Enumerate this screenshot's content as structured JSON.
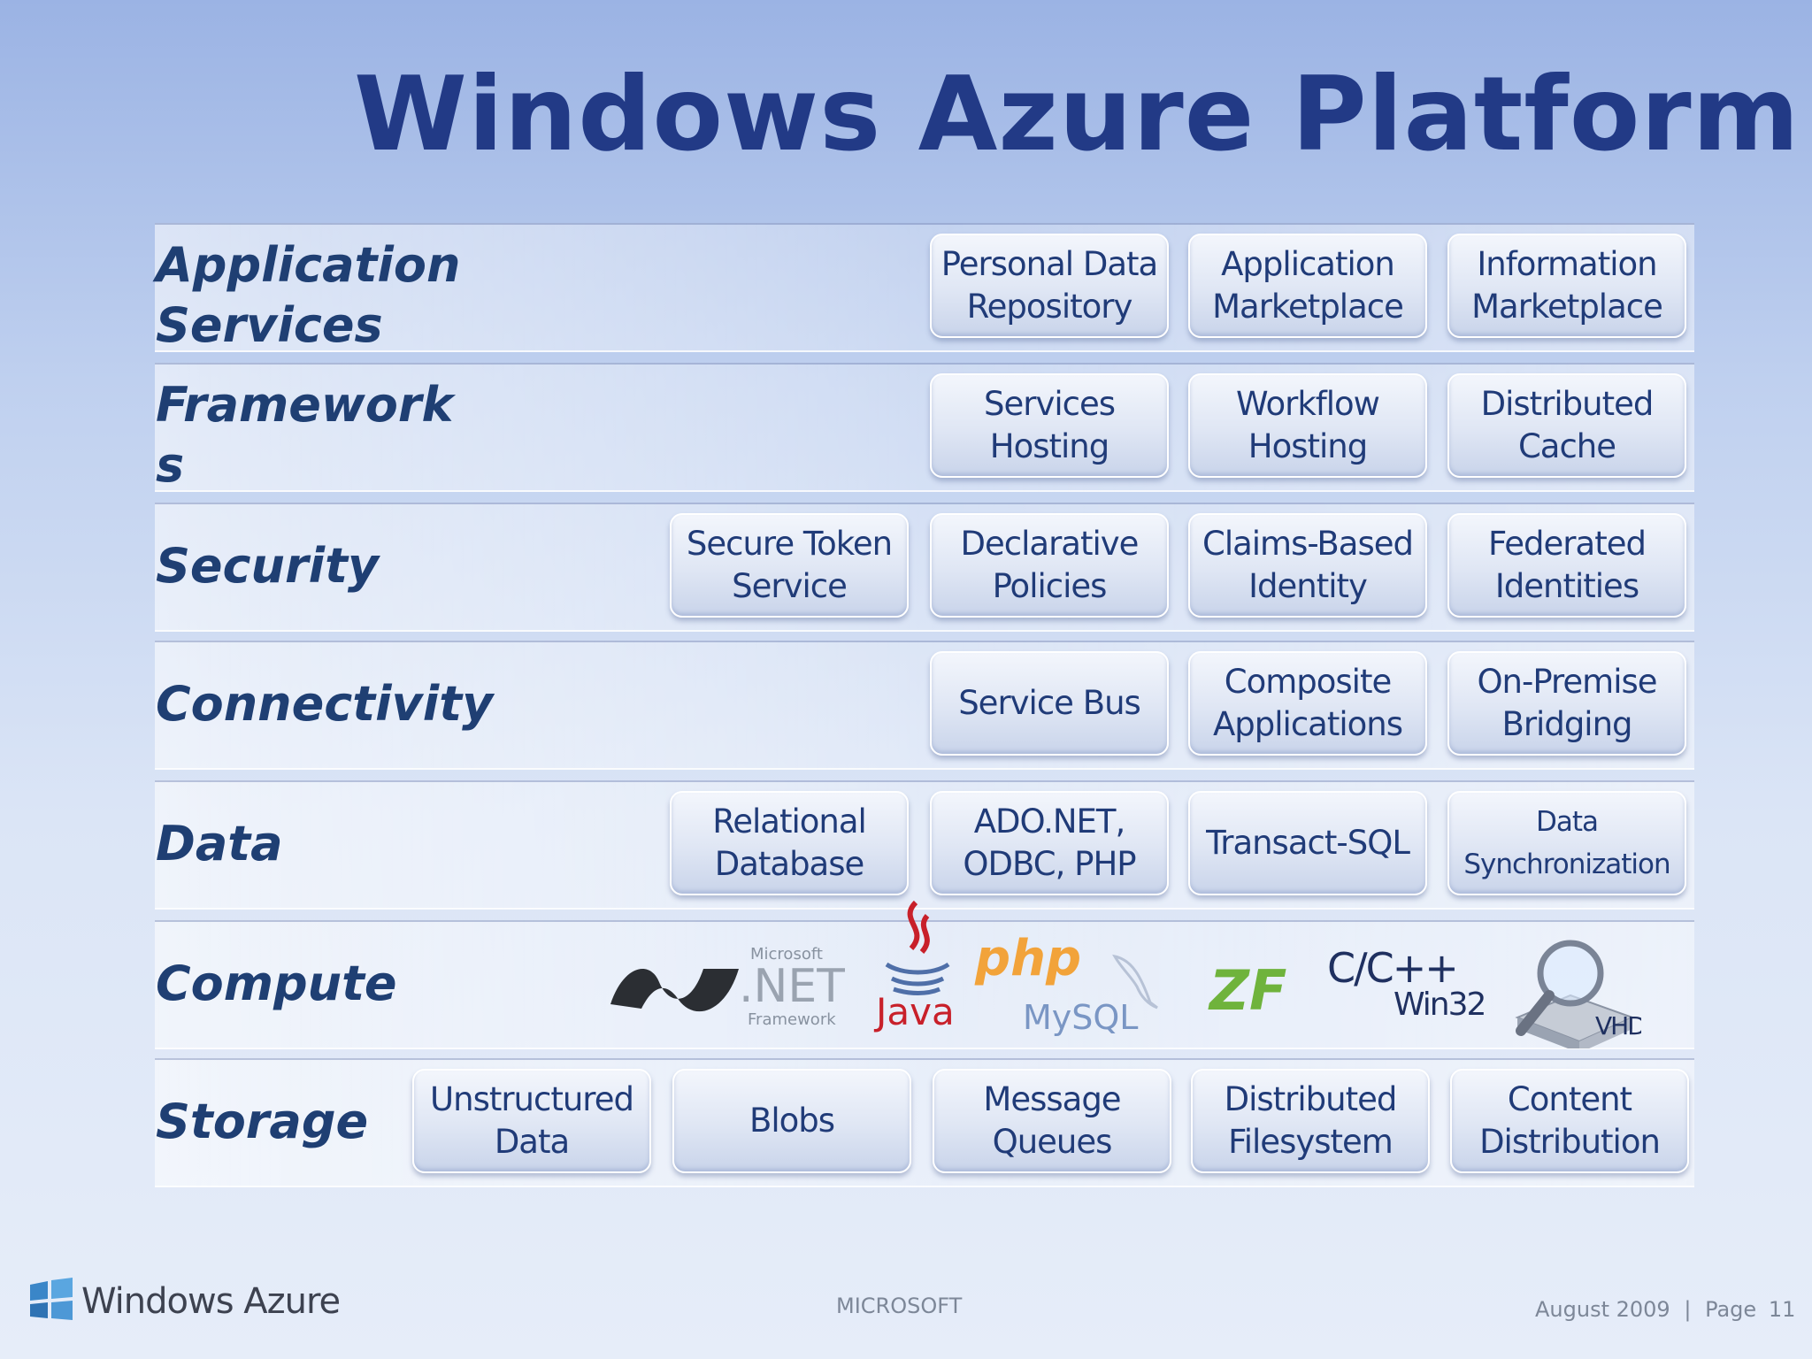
{
  "title": "Windows Azure Platform",
  "layers": [
    {
      "label": "Application Services",
      "label_lines": [
        "Application",
        "Services"
      ],
      "items": [
        "Personal Data Repository",
        "Application Marketplace",
        "Information Marketplace"
      ]
    },
    {
      "label": "Frameworks",
      "label_lines": [
        "Framework",
        "s"
      ],
      "items": [
        "Services Hosting",
        "Workflow Hosting",
        "Distributed Cache"
      ]
    },
    {
      "label": "Security",
      "label_lines": [
        "Security"
      ],
      "items": [
        "Secure Token Service",
        "Declarative Policies",
        "Claims-Based Identity",
        "Federated Identities"
      ]
    },
    {
      "label": "Connectivity",
      "label_lines": [
        "Connectivity"
      ],
      "items": [
        "Service Bus",
        "Composite Applications",
        "On-Premise Bridging"
      ]
    },
    {
      "label": "Data",
      "label_lines": [
        "Data"
      ],
      "items": [
        "Relational Database",
        "ADO.NET, ODBC, PHP",
        "Transact-SQL",
        "Data Synchronization"
      ]
    },
    {
      "label": "Compute",
      "label_lines": [
        "Compute"
      ],
      "items": []
    },
    {
      "label": "Storage",
      "label_lines": [
        "Storage"
      ],
      "items": [
        "Unstructured Data",
        "Blobs",
        "Message Queues",
        "Distributed Filesystem",
        "Content Distribution"
      ]
    }
  ],
  "box_lines": {
    "Personal Data Repository": [
      "Personal Data",
      "Repository"
    ],
    "Application Marketplace": [
      "Application",
      "Marketplace"
    ],
    "Information Marketplace": [
      "Information",
      "Marketplace"
    ],
    "Services Hosting": [
      "Services",
      "Hosting"
    ],
    "Workflow Hosting": [
      "Workflow",
      "Hosting"
    ],
    "Distributed Cache": [
      "Distributed",
      "Cache"
    ],
    "Secure Token Service": [
      "Secure Token",
      "Service"
    ],
    "Declarative Policies": [
      "Declarative",
      "Policies"
    ],
    "Claims-Based Identity": [
      "Claims-Based",
      "Identity"
    ],
    "Federated Identities": [
      "Federated",
      "Identities"
    ],
    "Service Bus": [
      "Service Bus"
    ],
    "Composite Applications": [
      "Composite",
      "Applications"
    ],
    "On-Premise Bridging": [
      "On-Premise",
      "Bridging"
    ],
    "Relational Database": [
      "Relational",
      "Database"
    ],
    "ADO.NET, ODBC, PHP": [
      "ADO.NET,",
      "ODBC, PHP"
    ],
    "Transact-SQL": [
      "Transact-SQL"
    ],
    "Data Synchronization": [
      "Data",
      "Synchronization"
    ],
    "Unstructured Data": [
      "Unstructured",
      "Data"
    ],
    "Blobs": [
      "Blobs"
    ],
    "Message Queues": [
      "Message",
      "Queues"
    ],
    "Distributed Filesystem": [
      "Distributed",
      "Filesystem"
    ],
    "Content Distribution": [
      "Content",
      "Distribution"
    ]
  },
  "compute_logos": {
    "dotnet_top": "Microsoft",
    "dotnet_main": ".NET",
    "dotnet_bottom": "Framework",
    "java": "Java",
    "php": "php",
    "mysql": "MySQL",
    "zend": "ZF",
    "cpp": "C/C++",
    "win32": "Win32",
    "vhd": "VHD"
  },
  "footer": {
    "brand": "Windows Azure",
    "center": "MICROSOFT",
    "date": "August 2009",
    "separator": "|",
    "page_label": "Page",
    "page_number": "11"
  },
  "colors": {
    "title": "#223a86",
    "row_label": "#1f3f73",
    "box_text": "#203b78",
    "java": "#c8202a",
    "php": "#f2a33a",
    "mysql": "#7a96c4",
    "zend": "#6fb33c"
  }
}
